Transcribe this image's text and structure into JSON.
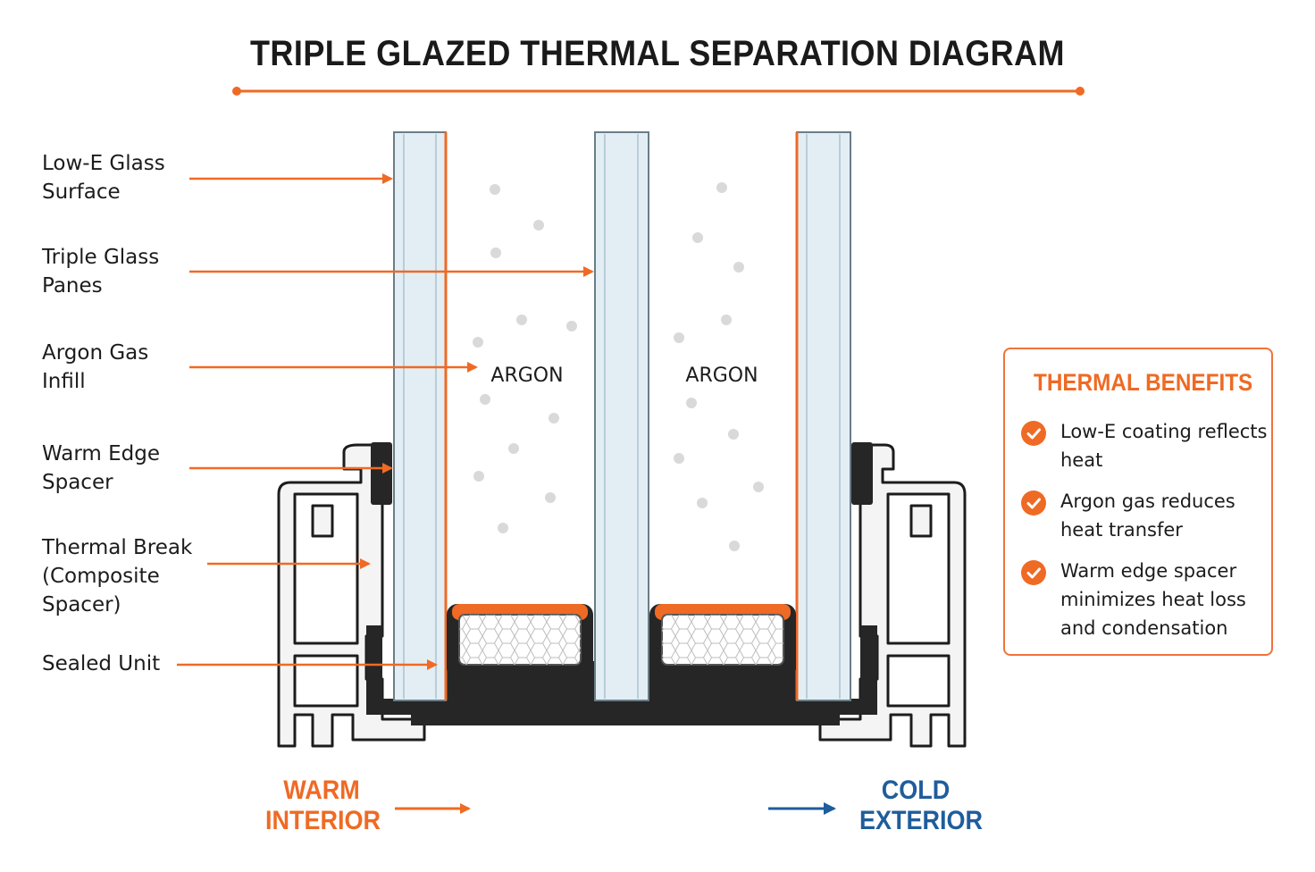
{
  "title": "TRIPLE GLAZED THERMAL SEPARATION DIAGRAM",
  "colors": {
    "accent": "#ef6a24",
    "cold": "#1f5d9c",
    "glass": "#e3eef4",
    "frame": "#1c1c1c"
  },
  "labels": [
    {
      "line1": "Low-E Glass",
      "line2": "Surface"
    },
    {
      "line1": "Triple Glass",
      "line2": "Panes"
    },
    {
      "line1": "Argon Gas",
      "line2": "Infill"
    },
    {
      "line1": "Warm Edge",
      "line2": "Spacer"
    },
    {
      "line1": "Thermal Break",
      "line2": "(Composite",
      "line3": "Spacer)"
    },
    {
      "line1": "Sealed Unit"
    }
  ],
  "argon": [
    "ARGON",
    "ARGON"
  ],
  "benefits": {
    "title": "THERMAL BENEFITS",
    "items": [
      {
        "line1": "Low-E coating reflects",
        "line2": "heat"
      },
      {
        "line1": "Argon gas reduces",
        "line2": "heat transfer"
      },
      {
        "line1": "Warm edge spacer",
        "line2": "minimizes heat loss",
        "line3": "and condensation"
      }
    ]
  },
  "direction": {
    "warm_line1": "WARM",
    "warm_line2": "INTERIOR",
    "cold_line1": "COLD",
    "cold_line2": "EXTERIOR"
  }
}
